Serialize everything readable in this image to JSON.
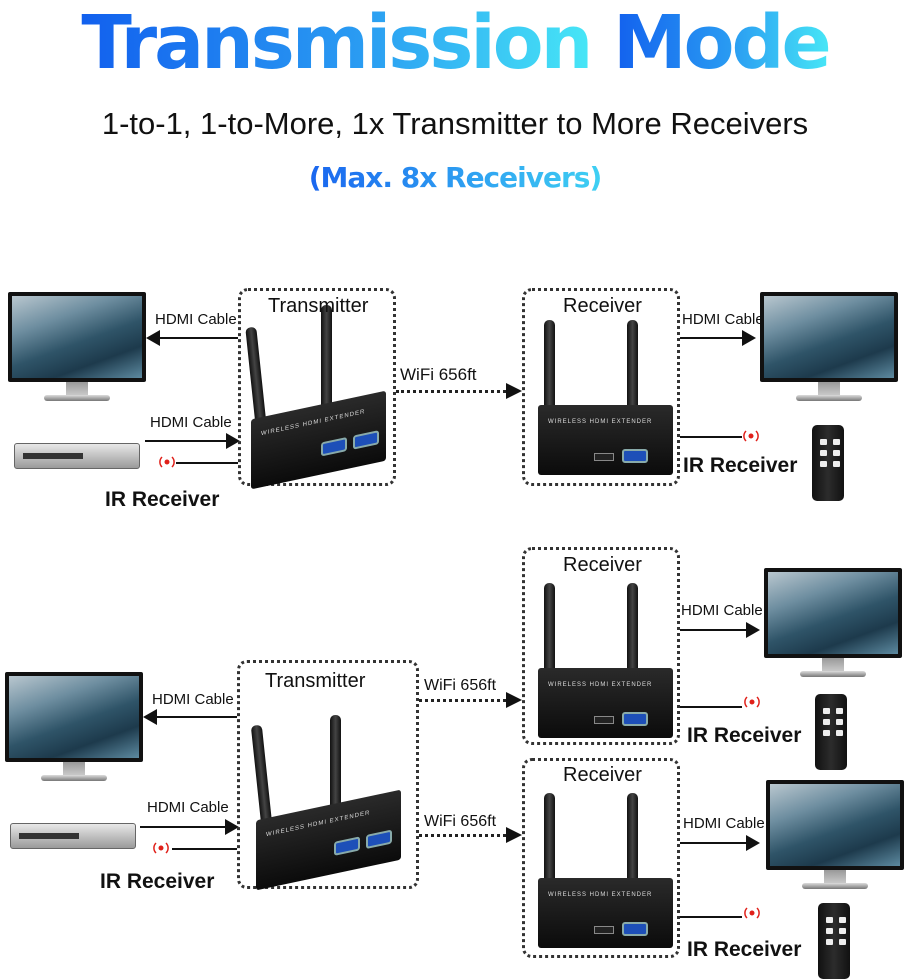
{
  "header": {
    "title_word1": "Transmission",
    "title_word2": "Mode",
    "subtitle": "1-to-1, 1-to-More, 1x Transmitter to More Receivers",
    "note": "(Max. 8x Receivers)"
  },
  "device_print": "WIRELESS HDMI EXTENDER",
  "colors": {
    "title_start": "#1260ee",
    "title_end": "#47e6f6",
    "ir_signal": "#e0201a"
  },
  "one_to_one": {
    "transmitter": "Transmitter",
    "receiver": "Receiver",
    "hdmi_out_left": "HDMI Cable",
    "hdmi_in_left": "HDMI Cable",
    "ir_left": "IR Receiver",
    "wifi": "WiFi 656ft",
    "hdmi_out_right": "HDMI Cable",
    "ir_right": "IR Receiver"
  },
  "one_to_more": {
    "transmitter": "Transmitter",
    "hdmi_out_left": "HDMI Cable",
    "hdmi_in_left": "HDMI Cable",
    "ir_left": "IR Receiver",
    "receivers": [
      {
        "label": "Receiver",
        "wifi": "WiFi 656ft",
        "hdmi": "HDMI Cable",
        "ir": "IR Receiver"
      },
      {
        "label": "Receiver",
        "wifi": "WiFi 656ft",
        "hdmi": "HDMI Cable",
        "ir": "IR Receiver"
      }
    ]
  }
}
